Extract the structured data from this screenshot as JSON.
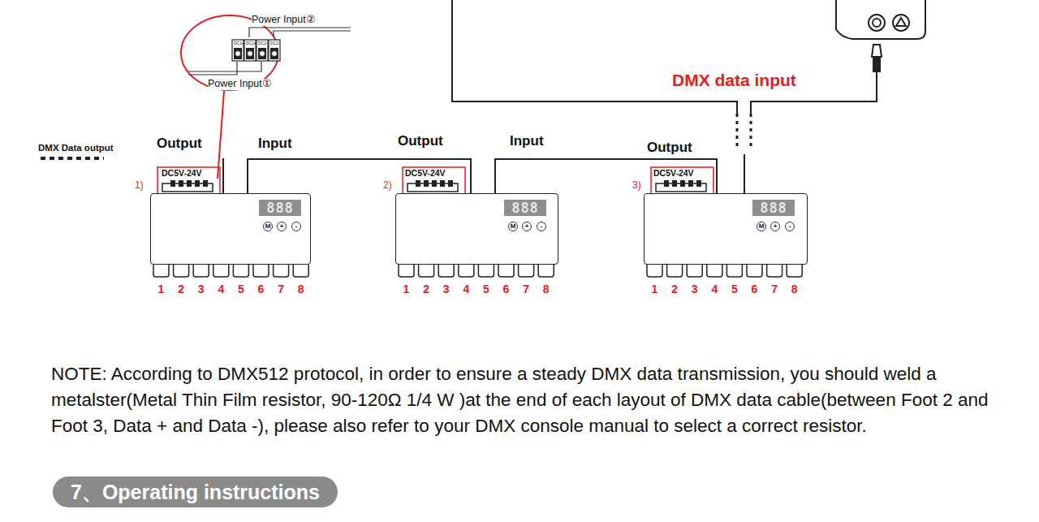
{
  "diagram": {
    "nodes": [
      {
        "text": [
          "Power Input②",
          "DC1+",
          "DC2+",
          "DC1-",
          "DC2-",
          "Power Input①"
        ]
      },
      {
        "text": [
          "888",
          "M",
          "+",
          "-"
        ]
      },
      {
        "text": [
          "888",
          "M",
          "+",
          "-"
        ]
      },
      {
        "text": [
          "888",
          "M",
          "+",
          "-"
        ]
      },
      {
        "text": [
          "7、Operating instructions"
        ]
      }
    ],
    "edges": [
      {
        "from": 3,
        "to": 2,
        "arrow": "none"
      },
      {
        "from": 2,
        "to": 1,
        "arrow": "none"
      }
    ],
    "labels": [
      "DMX data input",
      "DMX Data output",
      "Output",
      "Input",
      "Output",
      "Input",
      "Output",
      "DC5V-24V",
      "1)",
      "DC5V-24V",
      "2)",
      "DC5V-24V",
      "3)",
      "1",
      "2",
      "3",
      "4",
      "5",
      "6",
      "7",
      "8",
      "1",
      "2",
      "3",
      "4",
      "5",
      "6",
      "7",
      "8",
      "1",
      "2",
      "3",
      "4",
      "5",
      "6",
      "7",
      "8",
      "NOTE: According to DMX512 protocol, in order to ensure a steady DMX data transmission, you should weld a metalster(Metal Thin Film resistor, 90-120Ω 1/4 W )at the end of each layout of DMX data cable(between Foot 2 and Foot 3, Data + and Data -), please also refer to your DMX console manual to select a correct resistor."
    ]
  }
}
